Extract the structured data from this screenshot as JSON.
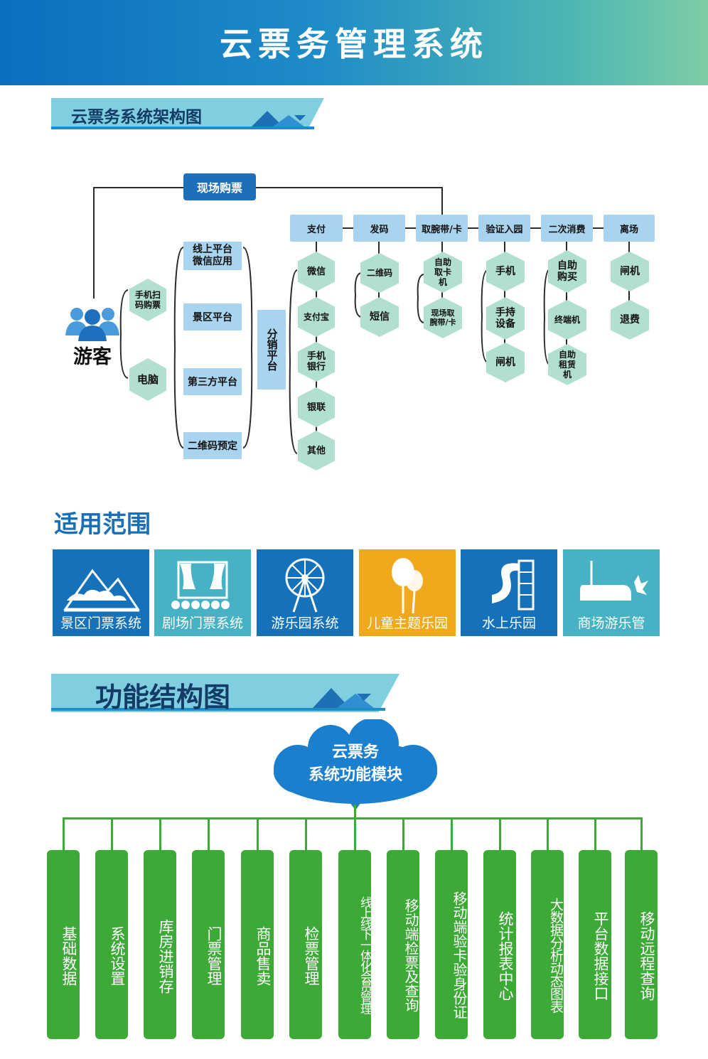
{
  "header": {
    "title": "云票务管理系统"
  },
  "architecture": {
    "section_title": "云票务系统架构图",
    "visitor": "游客",
    "on_site": "现场购票",
    "channels": [
      "手机扫码购票",
      "电脑"
    ],
    "platforms": [
      "线上平台微信应用",
      "景区平台",
      "第三方平台",
      "二维码预定"
    ],
    "distribution": "分销平台",
    "steps": [
      {
        "title": "支付",
        "items": [
          "微信",
          "支付宝",
          "手机银行",
          "银联",
          "其他"
        ]
      },
      {
        "title": "发码",
        "items": [
          "二维码",
          "短信"
        ]
      },
      {
        "title": "取腕带/卡",
        "items": [
          "自助取卡机",
          "现场取腕带/卡"
        ]
      },
      {
        "title": "验证入园",
        "items": [
          "手机",
          "手持设备",
          "闸机"
        ]
      },
      {
        "title": "二次消费",
        "items": [
          "自助购买",
          "终端机",
          "自助租赁机"
        ]
      },
      {
        "title": "离场",
        "items": [
          "闸机",
          "退费"
        ]
      }
    ],
    "colors": {
      "box_blue": "#1c6fb8",
      "box_light": "#a9d4ef",
      "hex": "#b2e0cf"
    }
  },
  "scope": {
    "section_title": "适用范围",
    "tiles": [
      {
        "label": "景区门票系统",
        "color": "#1571ba",
        "icon": "mountain-icon"
      },
      {
        "label": "剧场门票系统",
        "color": "#46b2c4",
        "icon": "theater-icon"
      },
      {
        "label": "游乐园系统",
        "color": "#1571ba",
        "icon": "ferris-wheel-icon"
      },
      {
        "label": "儿童主题乐园",
        "color": "#f0a81c",
        "icon": "balloon-icon"
      },
      {
        "label": "水上乐园",
        "color": "#1571ba",
        "icon": "water-slide-icon"
      },
      {
        "label": "商场游乐管",
        "color": "#46b2c4",
        "icon": "bumper-car-icon"
      }
    ]
  },
  "function": {
    "section_title": "功能结构图",
    "cloud_line1": "云票务",
    "cloud_line2": "系统功能模块",
    "modules": [
      "基础数据",
      "系统设置",
      "库房进销存",
      "门票管理",
      "商品售卖",
      "检票管理",
      "线上线下一体化会员管理",
      "移动端检票及查询",
      "移动端验卡验身份证",
      "统计报表中心",
      "大数据分析动态图表",
      "平台数据接口",
      "移动远程查询"
    ],
    "colors": {
      "module": "#3daa37",
      "cloud": "#1b7fcf"
    }
  }
}
